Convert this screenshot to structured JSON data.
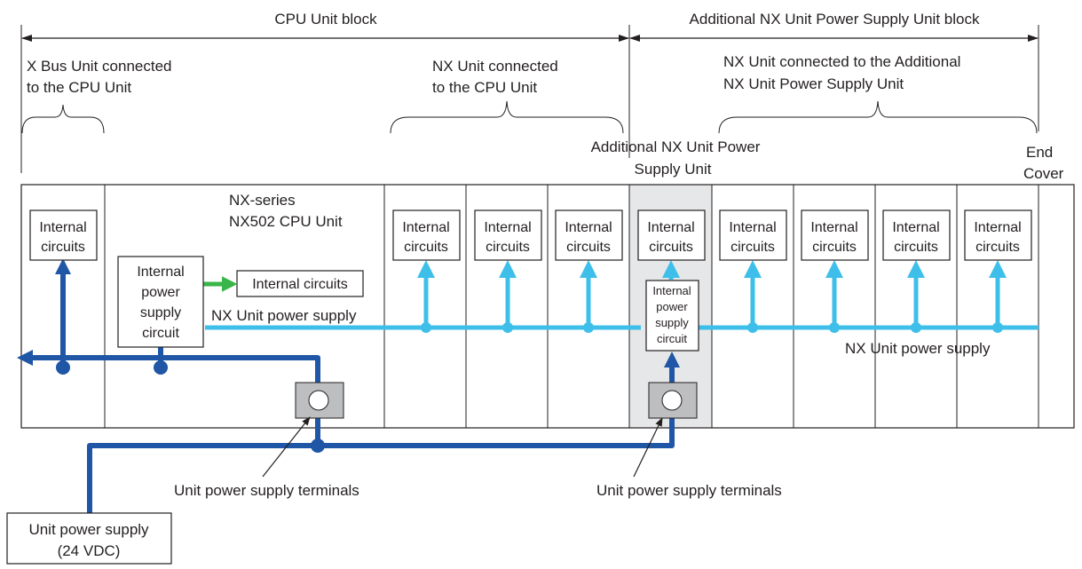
{
  "blocks": {
    "cpu_block_label": "CPU Unit block",
    "additional_block_label": "Additional NX Unit Power Supply Unit block"
  },
  "groups": {
    "xbus_line1": "X Bus Unit connected",
    "xbus_line2": "to the CPU Unit",
    "nx_cpu_line1": "NX Unit connected",
    "nx_cpu_line2": "to the CPU Unit",
    "nx_add_line1": "NX Unit connected to the Additional",
    "nx_add_line2": "NX Unit Power Supply Unit"
  },
  "units": {
    "additional_psu_line1": "Additional NX Unit Power",
    "additional_psu_line2": "Supply Unit",
    "end_cover_line1": "End",
    "end_cover_line2": "Cover",
    "cpu_unit_line1": "NX-series",
    "cpu_unit_line2": "NX502 CPU Unit"
  },
  "internal_circuits": {
    "line1": "Internal",
    "line2": "circuits",
    "single_line": "Internal circuits"
  },
  "cpu_psu_circuit": {
    "line1": "Internal",
    "line2": "power",
    "line3": "supply",
    "line4": "circuit"
  },
  "add_psu_circuit": {
    "line1": "Internal",
    "line2": "power",
    "line3": "supply",
    "line4": "circuit"
  },
  "labels": {
    "nx_power_left": "NX Unit power supply",
    "nx_power_right": "NX Unit power supply",
    "terminals_left": "Unit power supply terminals",
    "terminals_right": "Unit power supply terminals",
    "external_line1": "Unit power supply",
    "external_line2": "(24 VDC)"
  },
  "colors": {
    "unit_power_line": "#1f56a5",
    "nx_power_line": "#3ebfea",
    "internal_arrow": "#3ab54a",
    "psu_unit_fill": "#e6e7e8",
    "terminal_fill": "#bcbec0"
  }
}
